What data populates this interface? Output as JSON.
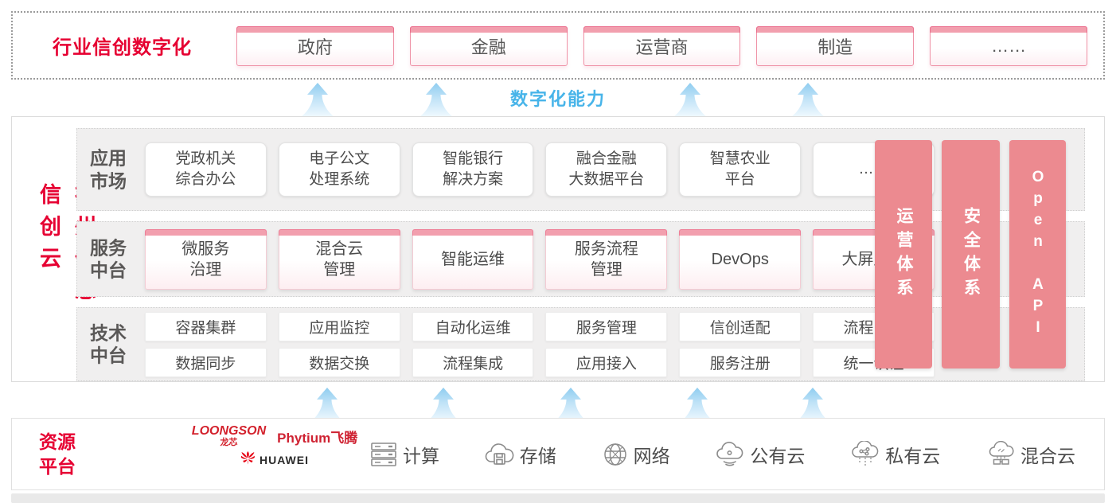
{
  "colors": {
    "brand_red": "#e60032",
    "capability_blue": "#47b4e9",
    "pillar_salmon": "#ec8a90",
    "pink_strip": "#f29fae"
  },
  "top_banner": {
    "title": "行业信创数字化",
    "items": [
      {
        "label": "政府"
      },
      {
        "label": "金融"
      },
      {
        "label": "运营商"
      },
      {
        "label": "制造"
      },
      {
        "label": "……"
      }
    ]
  },
  "capability": {
    "label": "数字化能力"
  },
  "platform": {
    "title": "神州信息信创云",
    "rows": [
      {
        "label": "应用\n市场",
        "items": [
          {
            "label": "党政机关\n综合办公"
          },
          {
            "label": "电子公文\n处理系统"
          },
          {
            "label": "智能银行\n解决方案"
          },
          {
            "label": "融合金融\n大数据平台"
          },
          {
            "label": "智慧农业\n平台"
          },
          {
            "label": "……"
          }
        ]
      },
      {
        "label": "服务\n中台",
        "items": [
          {
            "label": "微服务\n治理"
          },
          {
            "label": "混合云\n管理"
          },
          {
            "label": "智能运维"
          },
          {
            "label": "服务流程\n管理"
          },
          {
            "label": "DevOps"
          },
          {
            "label": "大屏展示"
          }
        ]
      },
      {
        "label": "技术\n中台",
        "line1": [
          {
            "label": "容器集群"
          },
          {
            "label": "应用监控"
          },
          {
            "label": "自动化运维"
          },
          {
            "label": "服务管理"
          },
          {
            "label": "信创适配"
          },
          {
            "label": "流程引擎"
          }
        ],
        "line2": [
          {
            "label": "数据同步"
          },
          {
            "label": "数据交换"
          },
          {
            "label": "流程集成"
          },
          {
            "label": "应用接入"
          },
          {
            "label": "服务注册"
          },
          {
            "label": "统一认证"
          }
        ]
      }
    ],
    "pillars": [
      {
        "label": "运营体系"
      },
      {
        "label": "安全体系"
      },
      {
        "label": "Open API"
      }
    ]
  },
  "resources": {
    "title": "资源\n平台",
    "vendors": {
      "loongson_en": "LOONGSON",
      "loongson_cn": "龙芯",
      "phytium_en": "Phytium",
      "phytium_cn": "飞腾",
      "huawei": "HUAWEI"
    },
    "items": [
      {
        "icon": "compute-server-icon",
        "label": "计算"
      },
      {
        "icon": "storage-cloud-icon",
        "label": "存储"
      },
      {
        "icon": "network-globe-icon",
        "label": "网络"
      },
      {
        "icon": "public-cloud-icon",
        "label": "公有云"
      },
      {
        "icon": "private-cloud-icon",
        "label": "私有云"
      },
      {
        "icon": "hybrid-cloud-icon",
        "label": "混合云"
      }
    ]
  }
}
